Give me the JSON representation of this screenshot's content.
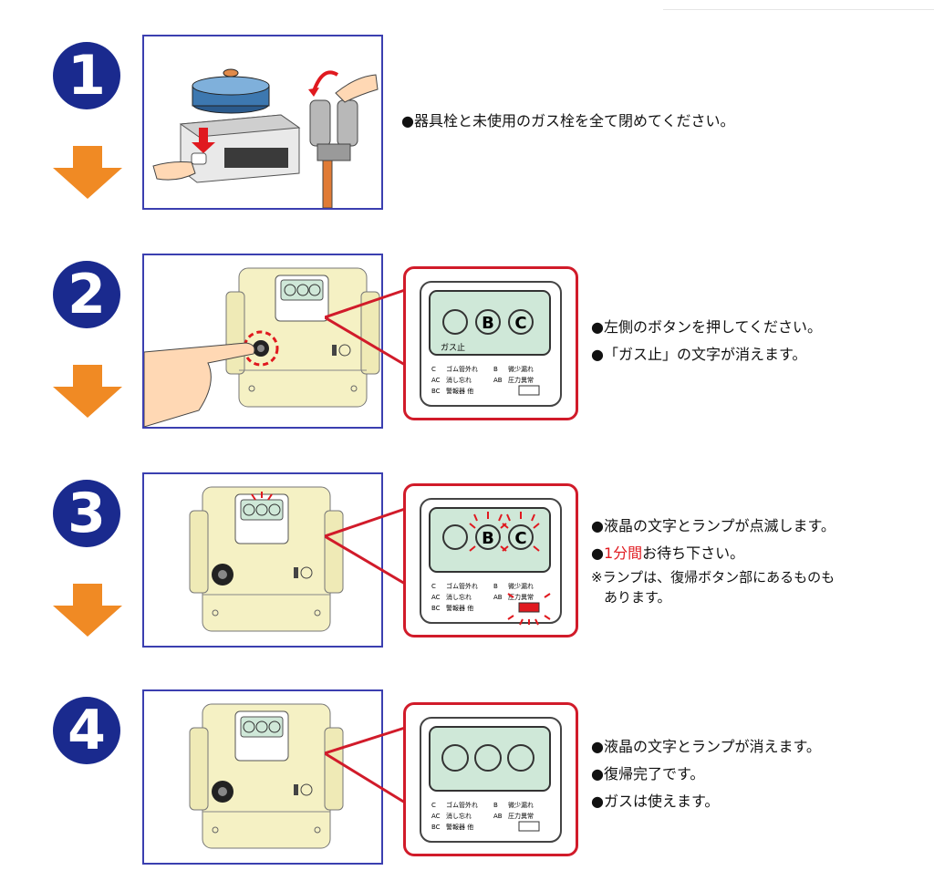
{
  "steps": [
    {
      "number": "1",
      "lines": [
        "●器具栓と未使用のガス栓を全て閉めてください。"
      ]
    },
    {
      "number": "2",
      "lines": [
        "●左側のボタンを押してください。",
        "●「ガス止」の文字が消えます。"
      ],
      "lcd_label": "ガス止"
    },
    {
      "number": "3",
      "line1": "●液晶の文字とランプが点滅します。",
      "line2_bullet": "●",
      "line2_red": "1分間",
      "line2_rest": "お待ち下さい。",
      "note_line1": "※ランプは、復帰ボタン部にあるものも",
      "note_line2": "あります。"
    },
    {
      "number": "4",
      "lines": [
        "●液晶の文字とランプが消えます。",
        "●復帰完了です。",
        "●ガスは使えます。"
      ]
    }
  ],
  "lcd": {
    "b": "B",
    "c": "C"
  },
  "legend": {
    "row1_left_code": "C",
    "row1_left_text": "ゴム管外れ",
    "row1_right_code": "B",
    "row1_right_text": "微少漏れ",
    "row2_left_code": "AC",
    "row2_left_text": "消し忘れ",
    "row2_right_code": "AB",
    "row2_right_text": "圧力異常",
    "row3_left_code": "BC",
    "row3_left_text": "警報器 他"
  },
  "colors": {
    "badge": "#1a2a8e",
    "arrow": "#f08a24",
    "frame": "#3b3fb0",
    "zoom_border": "#d11b2a",
    "meter_body": "#f5f1c4",
    "lcd": "#cfe8d8",
    "highlight": "#e0191f"
  }
}
